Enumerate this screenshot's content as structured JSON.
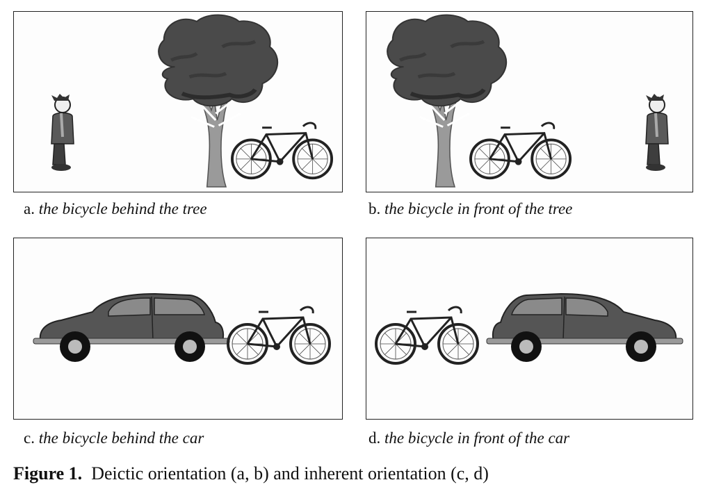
{
  "panels": [
    {
      "letter": "a.",
      "caption": "the bicycle behind the tree"
    },
    {
      "letter": "b.",
      "caption": "the bicycle in front of the tree"
    },
    {
      "letter": "c.",
      "caption": "the bicycle behind the car"
    },
    {
      "letter": "d.",
      "caption": "the bicycle in front of the car"
    }
  ],
  "figure": {
    "label": "Figure 1.",
    "text": "Deictic orientation (a, b) and inherent orientation (c, d)"
  },
  "colors": {
    "tree_canopy": "#4a4a4a",
    "tree_trunk": "#9a9a9a",
    "car_body": "#555555",
    "bicycle": "#222222",
    "frame": "#222222"
  }
}
